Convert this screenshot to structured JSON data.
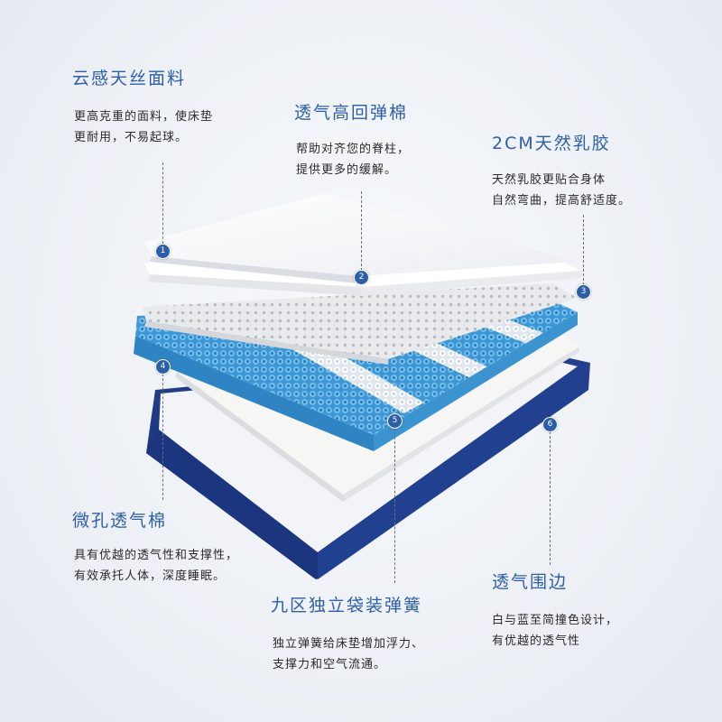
{
  "layers": [
    {
      "number": "1",
      "title": "云感天丝面料",
      "desc": [
        "更高克重的面料，使床垫",
        "更耐用，不易起球。"
      ]
    },
    {
      "number": "2",
      "title": "透气高回弹棉",
      "desc": [
        "帮助对齐您的脊柱，",
        "提供更多的缓解。"
      ]
    },
    {
      "number": "3",
      "title": "2CM天然乳胶",
      "desc": [
        "天然乳胶更贴合身体",
        "自然弯曲，提高舒适度。"
      ]
    },
    {
      "number": "4",
      "title": "微孔透气棉",
      "desc": [
        "具有优越的透气性和支撑性，",
        "有效承托人体，深度睡眠。"
      ]
    },
    {
      "number": "5",
      "title": "九区独立袋装弹簧",
      "desc": [
        "独立弹簧给床垫增加浮力、",
        "支撑力和空气流通。"
      ]
    },
    {
      "number": "6",
      "title": "透气围边",
      "desc": [
        "白与蓝至简撞色设计，",
        "有优越的透气性"
      ]
    }
  ],
  "colors": {
    "title": "#2d5fa8",
    "text": "#2a2a2a",
    "border_navy": "#1a2f7a",
    "spring_blue": "#4aa3dc",
    "spring_white": "#f4f7fb",
    "foam_white": "#f8f8f6"
  }
}
